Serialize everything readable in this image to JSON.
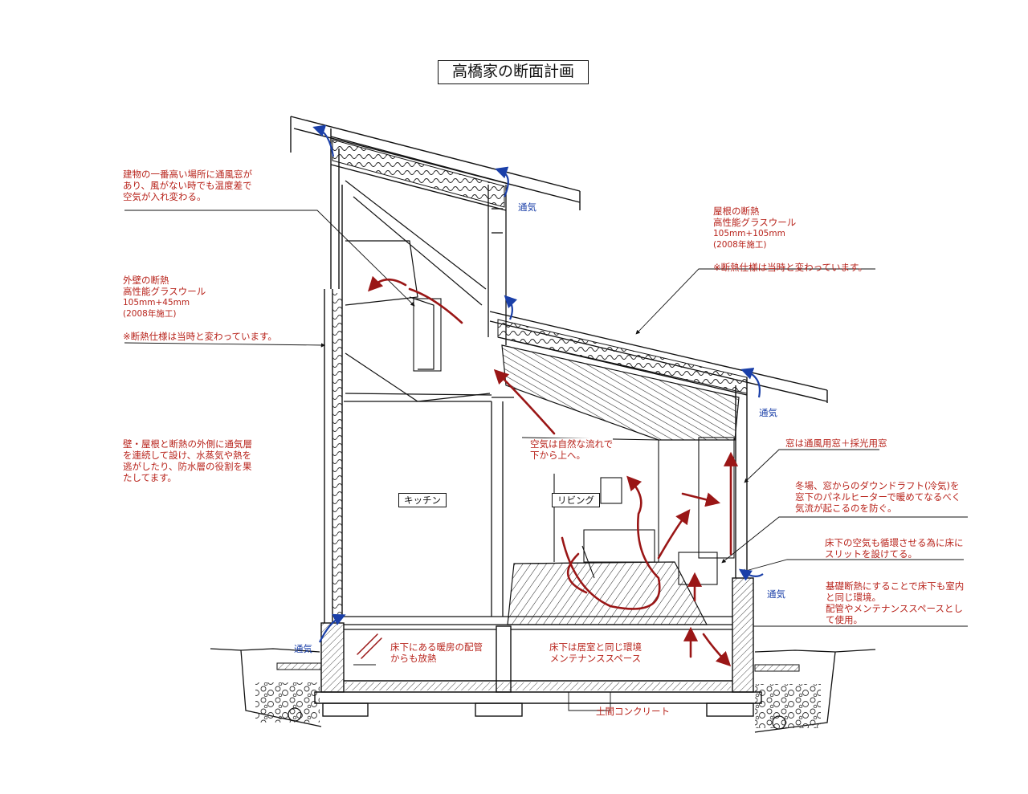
{
  "title": "高橋家の断面計画",
  "colors": {
    "note": "#b8231b",
    "vent_arrow": "#1a3fa8",
    "airflow_arrow": "#9a1616",
    "line": "#111111"
  },
  "notes": {
    "top_left": [
      "建物の一番高い場所に通風窓が",
      "あり、風がない時でも温度差で",
      "空気が入れ変わる。"
    ],
    "wall_insulation": {
      "lines": [
        "外壁の断熱",
        "高性能グラスウール"
      ],
      "spec": [
        "105mm+45mm",
        "(2008年施工)"
      ],
      "remark": "※断熱仕様は当時と変わっています。"
    },
    "roof_insulation": {
      "lines": [
        "屋根の断熱",
        "高性能グラスウール"
      ],
      "spec": [
        "105mm+105mm",
        "(2008年施工)"
      ],
      "remark": "※断熱仕様は当時と変わっています。"
    },
    "vent_layer": [
      "壁・屋根と断熱の外側に通気層",
      "を連続して設け、水蒸気や熱を",
      "逃がしたり、防水層の役割を果",
      "たしてます。"
    ],
    "natural_flow": [
      "空気は自然な流れで",
      "下から上へ。"
    ],
    "window_type": "窓は通風用窓＋採光用窓",
    "downdraft": [
      "冬場、窓からのダウンドラフト(冷気)を",
      "窓下のパネルヒーターで暖めてなるべく",
      "気流が起こるのを防ぐ。"
    ],
    "floor_slit": [
      "床下の空気も循環させる為に床に",
      "スリットを設けてる。"
    ],
    "foundation": [
      "基礎断熱にすることで床下も室内",
      "と同じ環境。",
      "配管やメンテナンススペースとし",
      "て使用。"
    ],
    "heating_pipe": [
      "床下にある暖房の配管",
      "からも放熱"
    ],
    "underfloor_space": [
      "床下は居室と同じ環境",
      "メンテナンススペース"
    ],
    "slab": "土間コンクリート"
  },
  "vent_labels": [
    "通気",
    "通気",
    "通気",
    "通気"
  ],
  "rooms": {
    "kitchen": "キッチン",
    "living": "リビング"
  }
}
